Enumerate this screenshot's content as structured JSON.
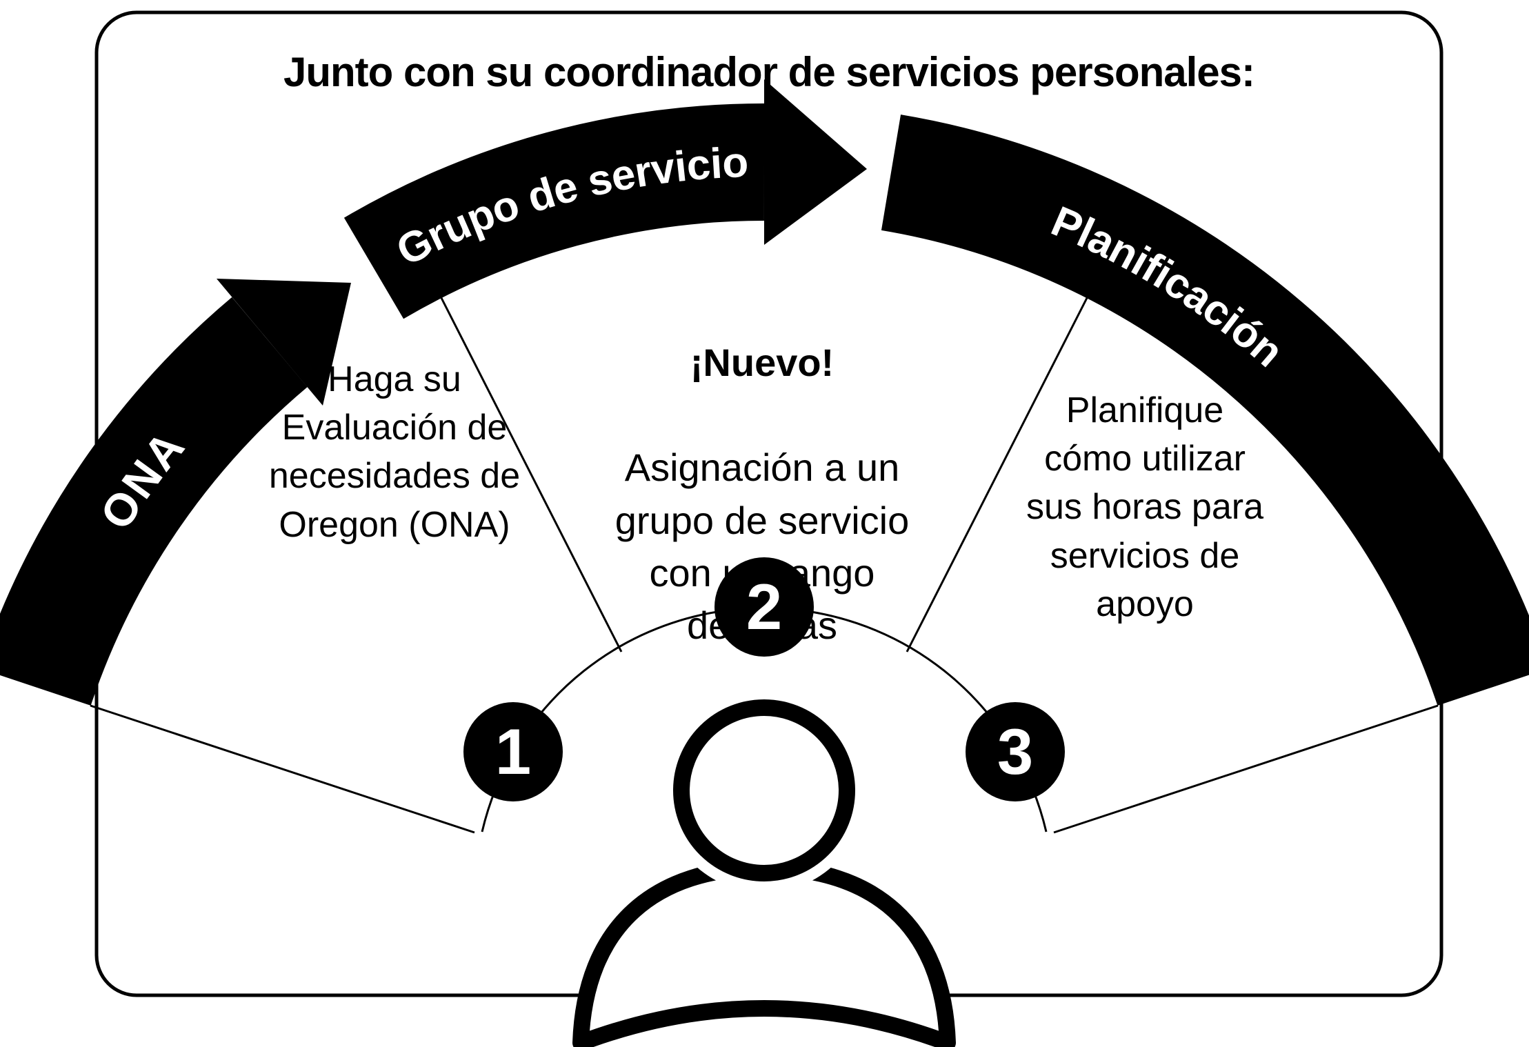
{
  "title": "Junto con su coordinador de servicios personales:",
  "arc": {
    "ona": "ONA",
    "grupo": "Grupo de servicio",
    "planificacion": "Planificación"
  },
  "steps": [
    {
      "number": "1",
      "text": "Haga su\nEvaluación de\nnecesidades de\nOregon (ONA)"
    },
    {
      "number": "2",
      "highlight": "¡Nuevo!",
      "text": "Asignación a un\ngrupo de servicio\ncon un rango\nde horas"
    },
    {
      "number": "3",
      "text": "Planifique\ncómo utilizar\nsus horas para\nservicios de\napoyo"
    }
  ],
  "colors": {
    "band": "#000000",
    "band_text": "#ffffff",
    "text": "#000000",
    "background": "#ffffff"
  }
}
